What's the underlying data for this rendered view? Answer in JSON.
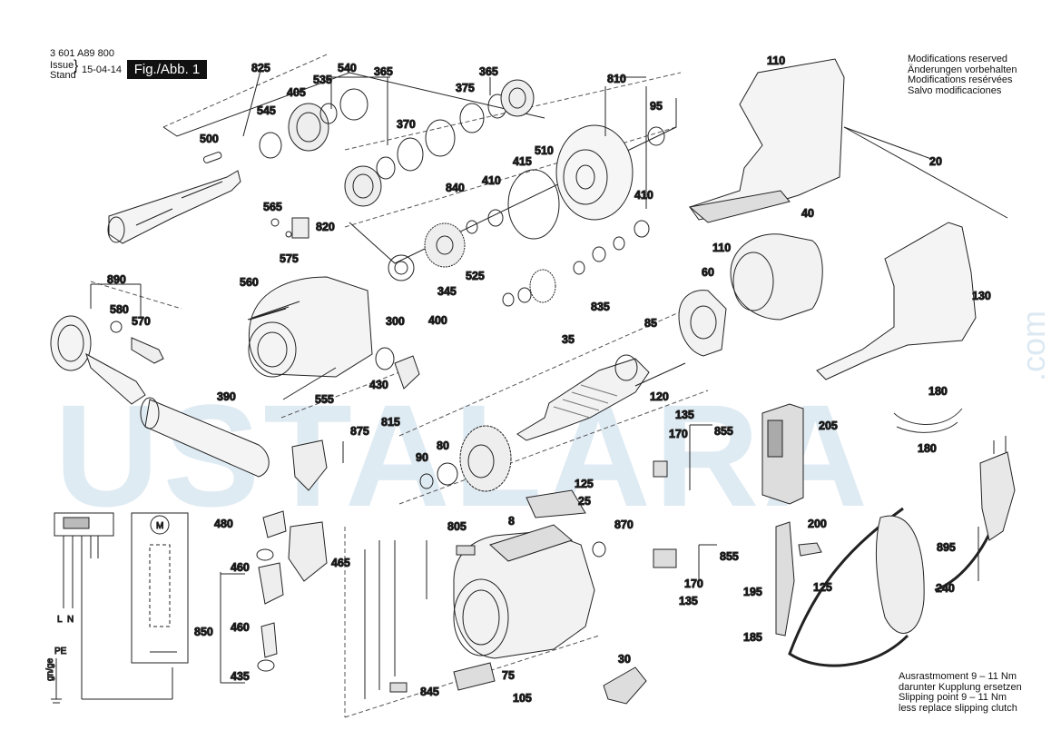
{
  "header": {
    "doc_number": "3 601 A89 800",
    "issue_label": "Issue",
    "stand_label": "Stand",
    "date": "15-04-14",
    "figure": "Fig./Abb. 1"
  },
  "notes_top": [
    "Modifications reserved",
    "Änderungen vorbehalten",
    "Modifications resérvées",
    "Salvo modificaciones"
  ],
  "notes_bottom": [
    "Ausrastmoment 9 – 11 Nm",
    "darunter Kupplung ersetzen",
    "Slipping point 9 – 11 Nm",
    "less replace slipping clutch"
  ],
  "schematic": {
    "motor_symbol": "M",
    "line_label": "L",
    "neutral_label": "N",
    "earth_label": "PE",
    "earth_text": "gn/ge"
  },
  "watermark": {
    "text": "USTALARA",
    "suffix": ".com"
  },
  "callouts": {
    "p825": "825",
    "p365a": "365",
    "p365b": "365",
    "p535": "535",
    "p540": "540",
    "p405": "405",
    "p545": "545",
    "p500": "500",
    "p375": "375",
    "p370": "370",
    "p840": "840",
    "p810": "810",
    "p95": "95",
    "p110a": "110",
    "p110b": "110",
    "p20": "20",
    "p510": "510",
    "p415": "415",
    "p410a": "410",
    "p410b": "410",
    "p565": "565",
    "p820": "820",
    "p575": "575",
    "p525": "525",
    "p345": "345",
    "p835": "835",
    "p40": "40",
    "p60": "60",
    "p130": "130",
    "p560": "560",
    "p890": "890",
    "p580": "580",
    "p570": "570",
    "p300": "300",
    "p400": "400",
    "p85": "85",
    "p35": "35",
    "p120": "120",
    "p430": "430",
    "p555": "555",
    "p815": "815",
    "p390": "390",
    "p875": "875",
    "p135a": "135",
    "p170a": "170",
    "p855a": "855",
    "p205": "205",
    "p180a": "180",
    "p180b": "180",
    "p90": "90",
    "p80": "80",
    "p125a": "125",
    "p25": "25",
    "p480": "480",
    "p8": "8",
    "p805": "805",
    "p870": "870",
    "p200": "200",
    "p895": "895",
    "p465": "465",
    "p460a": "460",
    "p460b": "460",
    "p850": "850",
    "p855b": "855",
    "p170b": "170",
    "p135b": "135",
    "p125b": "125",
    "p195": "195",
    "p240": "240",
    "p185": "185",
    "p435": "435",
    "p75": "75",
    "p845": "845",
    "p105": "105",
    "p30": "30"
  }
}
